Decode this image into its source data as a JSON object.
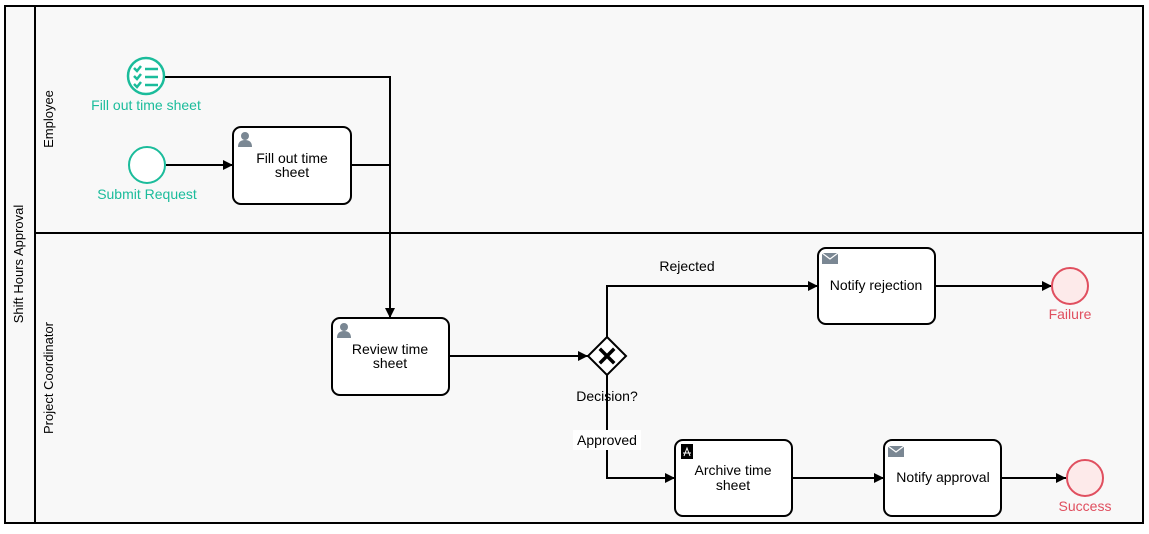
{
  "pool": {
    "label": "Shift Hours Approval"
  },
  "lanes": [
    {
      "id": "employee",
      "label": "Employee"
    },
    {
      "id": "coordinator",
      "label": "Project Coordinator"
    }
  ],
  "events": {
    "conditional_start": {
      "label": "Fill out time sheet",
      "icon": "list-icon",
      "color": "#1bbc9b"
    },
    "start": {
      "label": "Submit Request",
      "color": "#1bbc9b"
    },
    "failure_end": {
      "label": "Failure",
      "color": "#e04f5f"
    },
    "success_end": {
      "label": "Success",
      "color": "#e04f5f"
    }
  },
  "tasks": {
    "fill_out": {
      "lines": [
        "Fill out time",
        "sheet"
      ],
      "icon": "user-icon"
    },
    "review": {
      "lines": [
        "Review time",
        "sheet"
      ],
      "icon": "user-icon"
    },
    "notify_rejection": {
      "lines": [
        "Notify rejection"
      ],
      "icon": "envelope-icon"
    },
    "archive": {
      "lines": [
        "Archive time",
        "sheet"
      ],
      "icon": "pdf-icon"
    },
    "notify_approval": {
      "lines": [
        "Notify approval"
      ],
      "icon": "envelope-icon"
    }
  },
  "gateway": {
    "label": "Decision?",
    "icon": "exclusive-x-icon"
  },
  "flows": {
    "rejected": "Rejected",
    "approved": "Approved"
  }
}
